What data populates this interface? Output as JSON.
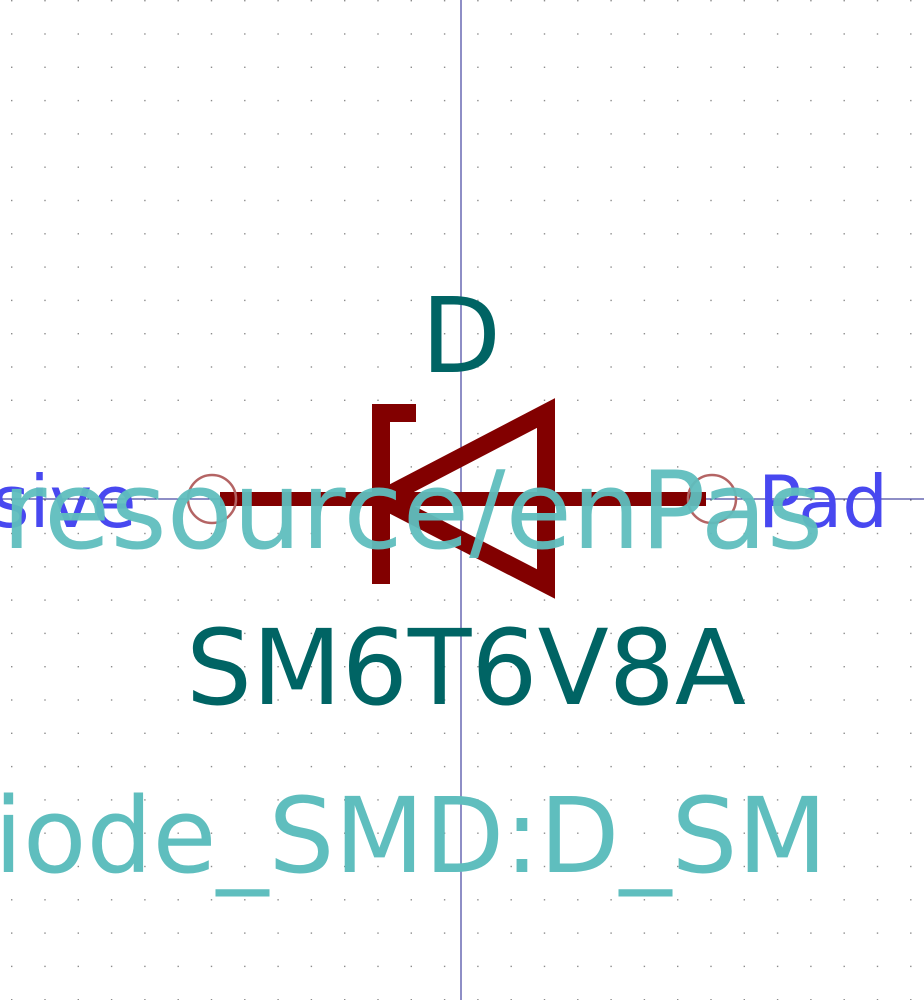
{
  "schematic": {
    "reference": "D",
    "value": "SM6T6V8A",
    "footprint": "iode_SMD:D_SM",
    "pin_type_left": "sive",
    "pin_type_right": "Pad",
    "datasheet_overlay": "resource/enPas"
  },
  "colors": {
    "background": "#ffffff",
    "grid_dot": "#8c8c8c",
    "axis": "#1e1e8c",
    "symbol_body": "#820000",
    "pin_circle": "#b46464",
    "reference_text": "#006464",
    "value_text": "#006464",
    "field_text": "#5fbebe",
    "pin_type_text": "#4848f0"
  }
}
